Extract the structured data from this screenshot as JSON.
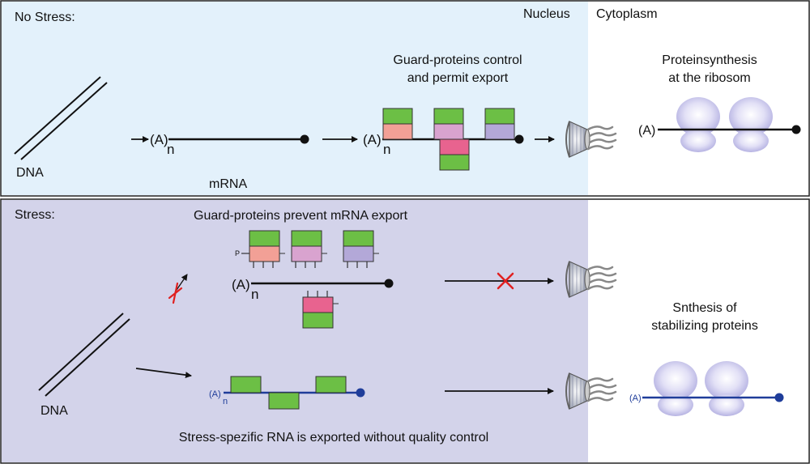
{
  "top_panel": {
    "label": "No Stress:",
    "nucleus_label": "Nucleus",
    "cytoplasm_label": "Cytoplasm",
    "dna_label": "DNA",
    "mrna_label": "mRNA",
    "polya_a": "(A)",
    "polya_n": "n",
    "guard_text_1": "Guard-proteins control",
    "guard_text_2": "and permit export",
    "synth_text_1": "Proteinsynthesis",
    "synth_text_2": "at the ribosom",
    "ribosome_polya": "(A)"
  },
  "bottom_panel": {
    "label": "Stress:",
    "guard_prevent_text": "Guard-proteins prevent mRNA export",
    "phospho_label": "P",
    "polya_a": "(A)",
    "polya_n": "n",
    "dna_label": "DNA",
    "stress_rna_a": "(A)",
    "stress_rna_n": "n",
    "caption": "Stress-spezific RNA is exported without quality control",
    "synth_text_1": "Snthesis of",
    "synth_text_2": "stabilizing proteins",
    "ribosome_polya": "(A)"
  },
  "colors": {
    "nucleus_top": "#e3f1fb",
    "nucleus_bottom": "#d3d3ea",
    "guard_green": "#6cbf45",
    "guard_salmon": "#f2a096",
    "guard_lilac": "#d9a3cf",
    "guard_lavender": "#b3a8d8",
    "guard_pink": "#e8638f",
    "stress_rna_blue": "#1f3d9a",
    "red_cross": "#e02020",
    "ribosome": "#c7c5ec"
  },
  "icons": [
    "nuclear-pore-icon",
    "ribosome-icon",
    "red-cross-icon",
    "cap-dot-icon"
  ]
}
